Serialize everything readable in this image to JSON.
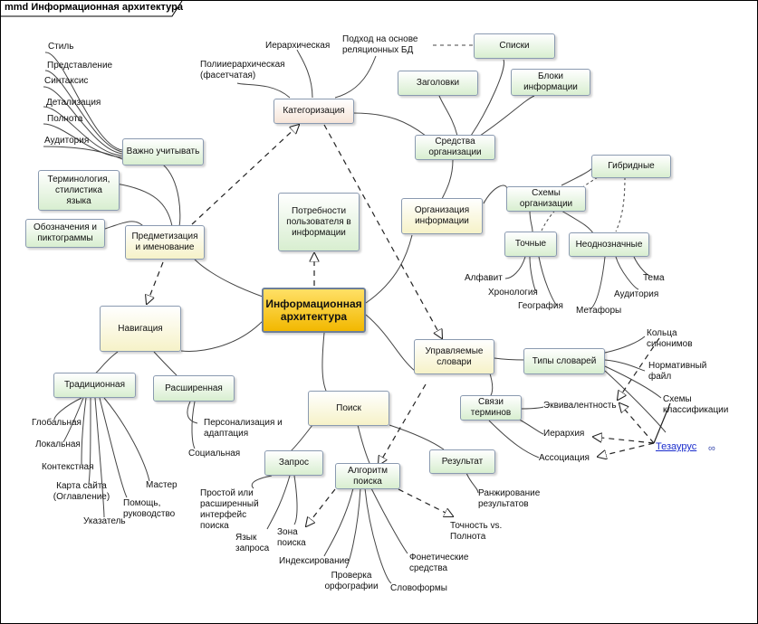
{
  "title": "mmd Информационная архитектура",
  "thesaurus_link": "Тезаурус",
  "nodes": {
    "main": "Информационная архитектура",
    "kategorizaciya": "Категоризация",
    "vazhno": "Важно учитывать",
    "terminologiya": "Терминология, стилистика языка",
    "oboznacheniya": "Обозначения и пиктограммы",
    "predmetizaciya": "Предметизация и именование",
    "potrebnosti": "Потребности пользователя в информации",
    "navigaciya": "Навигация",
    "tradicionnaya": "Традиционная",
    "rasshirennaya": "Расширенная",
    "poisk": "Поиск",
    "zapros": "Запрос",
    "algoritm": "Алгоритм поиска",
    "rezultat": "Результат",
    "upravlyaemye": "Управляемые словари",
    "svyazi": "Связи терминов",
    "tipy": "Типы словарей",
    "organizaciya": "Организация информации",
    "sredstva": "Средства организации",
    "zagolovki": "Заголовки",
    "bloki": "Блоки информации",
    "spiski": "Списки",
    "gibridnye": "Гибридные",
    "shemy": "Схемы организации",
    "tochnye": "Точные",
    "neodnoznachnye": "Неоднозначные"
  },
  "leaves": {
    "stil": "Стиль",
    "predstavlenie": "Представление",
    "sintaksis": "Синтаксис",
    "detalizaciya": "Детализация",
    "polnota": "Полнота",
    "auditoriya1": "Аудитория",
    "ierarhicheskaya": "Иерархическая",
    "poliierarh": "Полииерархическая (фасетчатая)",
    "podhod": "Подход на основе реляционных БД",
    "alfavit": "Алфавит",
    "hronologiya": "Хронология",
    "geografiya": "География",
    "metafory": "Метафоры",
    "auditoriya2": "Аудитория",
    "tema": "Тема",
    "kolca": "Кольца синонимов",
    "normativnyi": "Нормативный файл",
    "shemy_klass": "Схемы классификации",
    "ekvivalentnost": "Эквивалентность",
    "ierarhiya": "Иерархия",
    "associaciya": "Ассоциация",
    "globalnaya": "Глобальная",
    "lokalnaya": "Локальная",
    "kontekstnaya": "Контекстная",
    "karta": "Карта сайта (Оглавление)",
    "ukazatel": "Указатель",
    "pomosch": "Помощь, руководство",
    "master": "Мастер",
    "personalizaciya": "Персонализация и адаптация",
    "socialnaya": "Социальная",
    "prostoi": "Простой или расширенный интерфейс поиска",
    "yazyk": "Язык запроса",
    "zona": "Зона поиска",
    "indeksirovanie": "Индексирование",
    "proverka": "Проверка орфографии",
    "slovoformy": "Словоформы",
    "foneticheskie": "Фонетические средства",
    "tochnost": "Точность vs. Полнота",
    "ranzhirovanie": "Ранжирование результатов"
  }
}
